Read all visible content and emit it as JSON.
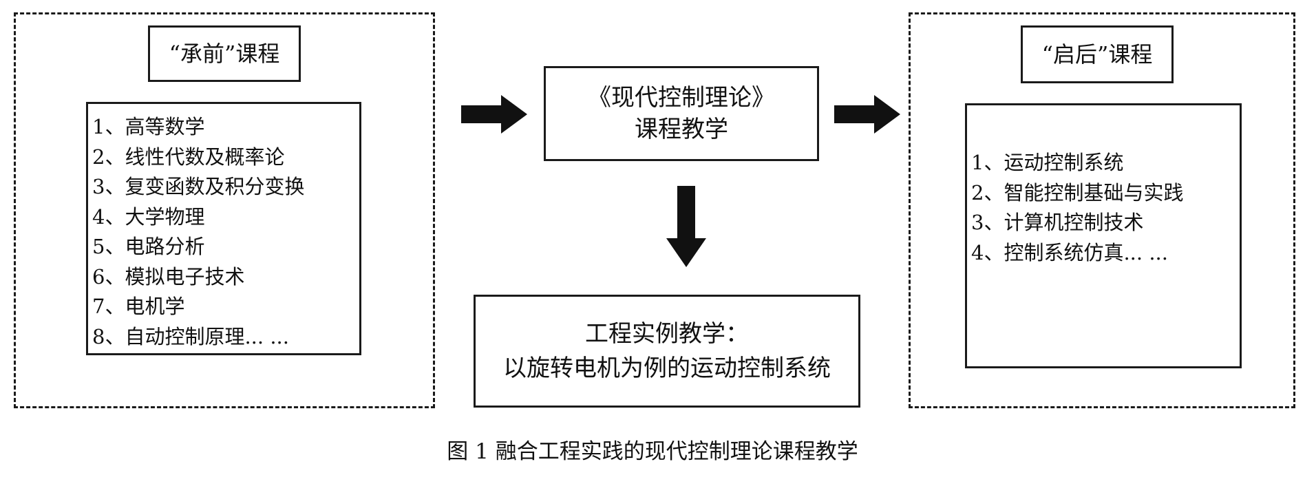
{
  "prior": {
    "title": "“承前”课程",
    "items": [
      "1、高等数学",
      "2、线性代数及概率论",
      "3、复变函数及积分变换",
      "4、大学物理",
      "5、电路分析",
      "6、模拟电子技术",
      "7、电机学",
      "8、自动控制原理... ..."
    ]
  },
  "center": {
    "line1": "《现代控制理论》",
    "line2": "课程教学"
  },
  "case": {
    "line1": "工程实例教学：",
    "line2": "以旋转电机为例的运动控制系统"
  },
  "next": {
    "title": "“启后”课程",
    "items": [
      "1、运动控制系统",
      "2、智能控制基础与实践",
      "3、计算机控制技术",
      "4、控制系统仿真... ..."
    ]
  },
  "caption": "图 1  融合工程实践的现代控制理论课程教学",
  "colors": {
    "stroke": "#1a1a1a",
    "background": "#ffffff"
  }
}
